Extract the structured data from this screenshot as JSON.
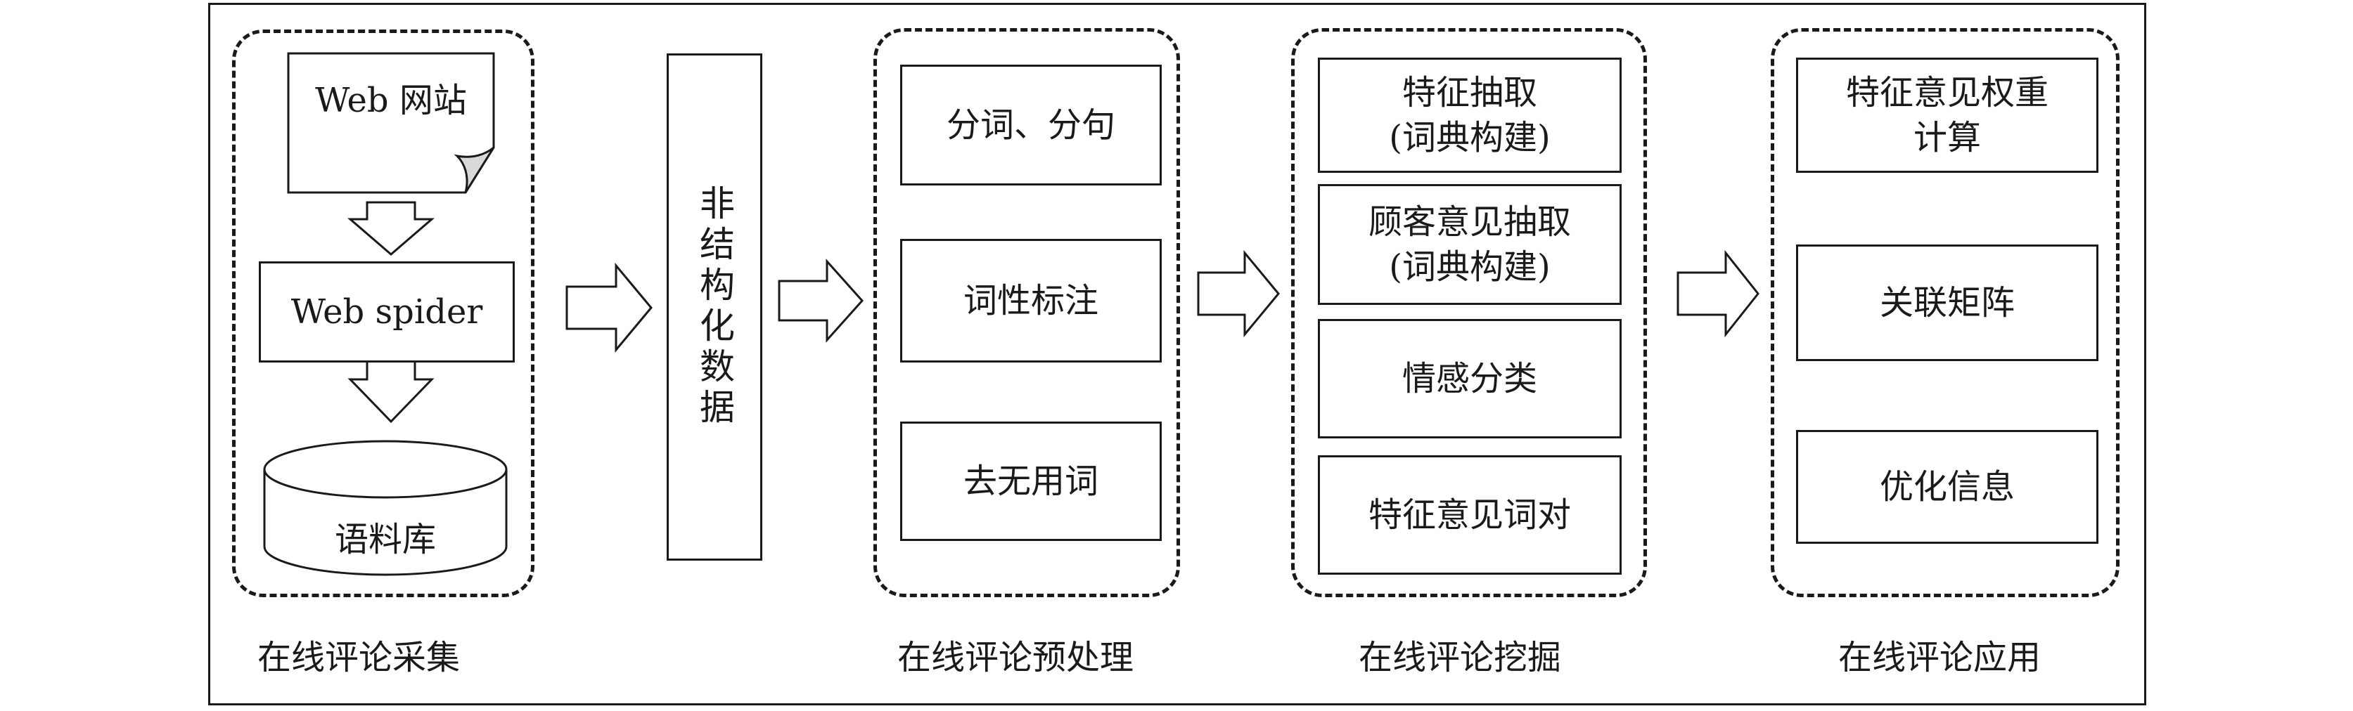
{
  "stages": [
    {
      "caption": "在线评论采集",
      "web_site": "Web 网站",
      "spider": "Web spider",
      "corpus": "语料库"
    },
    {
      "vertical_label": "非结构化数据"
    },
    {
      "caption": "在线评论预处理",
      "steps": [
        "分词、分句",
        "词性标注",
        "去无用词"
      ]
    },
    {
      "caption": "在线评论挖掘",
      "steps": [
        "特征抽取\n(词典构建)",
        "顾客意见抽取\n(词典构建)",
        "情感分类",
        "特征意见词对"
      ]
    },
    {
      "caption": "在线评论应用",
      "steps": [
        "特征意见权重\n计算",
        "关联矩阵",
        "优化信息"
      ]
    }
  ]
}
